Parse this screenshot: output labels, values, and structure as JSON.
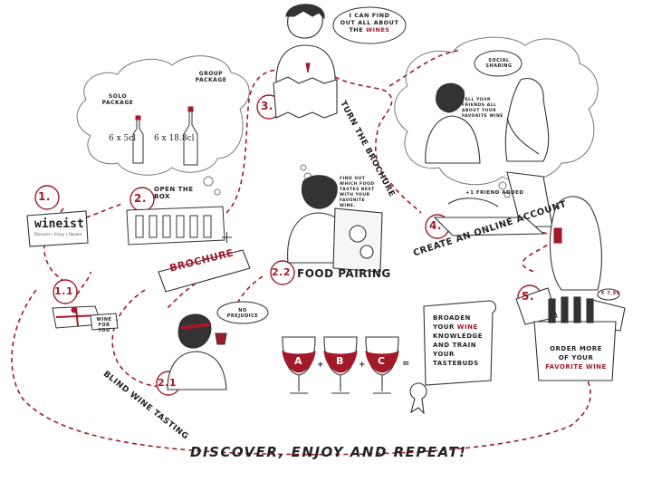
{
  "colors": {
    "ink": "#222222",
    "accent": "#a3192a",
    "paper": "#ffffff"
  },
  "steps": {
    "s1": "1.",
    "s11": "1.1",
    "s2": "2.",
    "s21": "2.1",
    "s22": "2.2",
    "s3": "3.",
    "s4": "4.",
    "s5": "5."
  },
  "labels": {
    "open_box": "OPEN THE BOX",
    "brochure": "BROCHURE",
    "turn_brochure": "TURN THE BROCHURE",
    "food_pairing": "FOOD PAIRING",
    "blind_tasting": "BLIND WINE TASTING",
    "create_account": "CREATE AN ONLINE ACCOUNT",
    "footer": "DISCOVER, ENJOY AND REPEAT!"
  },
  "packages": {
    "solo_label": "SOLO PACKAGE",
    "solo_qty": "6 x 5cl",
    "group_label": "GROUP PACKAGE",
    "group_qty": "6 x 18.8cl"
  },
  "brand": {
    "name": "wineist",
    "tagline": "Discover • Enjoy • Repeat"
  },
  "gift_tag": "wine FOR YOU",
  "bubbles": {
    "find_out_line1": "I CAN FIND",
    "find_out_line2": "OUT ALL ABOUT",
    "find_out_line3": "THE",
    "find_out_wines": "WINES",
    "social_sharing": "SOCIAL SHARING",
    "tell_friends": "TELL YOUR FRIENDS ALL ABOUT YOUR FAVORITE WINE",
    "no_prejudice": "NO PREJUDICE",
    "food_tastes": "FIND OUT WHICH FOOD TASTES BEST WITH YOUR FAVORITE WINE.",
    "friend_added": "+1 FRIEND ADDED"
  },
  "tasting": {
    "a": "A",
    "b": "B",
    "c": "C",
    "plus": "+",
    "equals": "="
  },
  "scroll": {
    "line1": "BROADEN",
    "line2": "YOUR",
    "line2b": "WINE",
    "line3": "KNOWLEDGE",
    "line4": "AND TRAIN",
    "line5": "YOUR",
    "line6": "TASTEBUDS"
  },
  "order": {
    "line1": "ORDER MORE",
    "line2": "OF YOUR",
    "line3": "FAVORITE WINE"
  },
  "price_tag": "€ 7.90"
}
